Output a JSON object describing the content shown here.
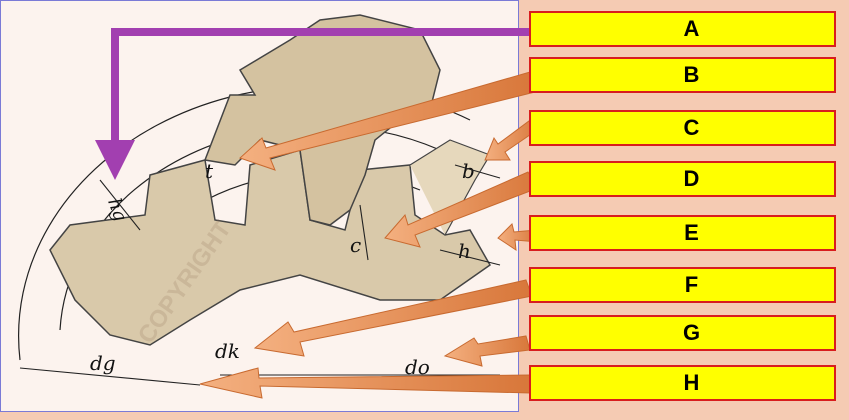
{
  "diagram": {
    "dimension_labels": {
      "t": "t",
      "b": "b",
      "hg": "hg",
      "c": "c",
      "h": "h",
      "dk": "dk",
      "dg": "dg",
      "do": "do"
    },
    "watermark": "COPYRIGHT"
  },
  "labels": [
    {
      "letter": "A"
    },
    {
      "letter": "B"
    },
    {
      "letter": "C"
    },
    {
      "letter": "D"
    },
    {
      "letter": "E"
    },
    {
      "letter": "F"
    },
    {
      "letter": "G"
    },
    {
      "letter": "H"
    }
  ],
  "colors": {
    "label_fill": "#ffff00",
    "label_border": "#d81e1e",
    "arrow_orange": "#e88a4a",
    "arrow_purple": "#a23fb0",
    "gear_fill": "#d9c9aa",
    "background": "#f5cbb3"
  }
}
